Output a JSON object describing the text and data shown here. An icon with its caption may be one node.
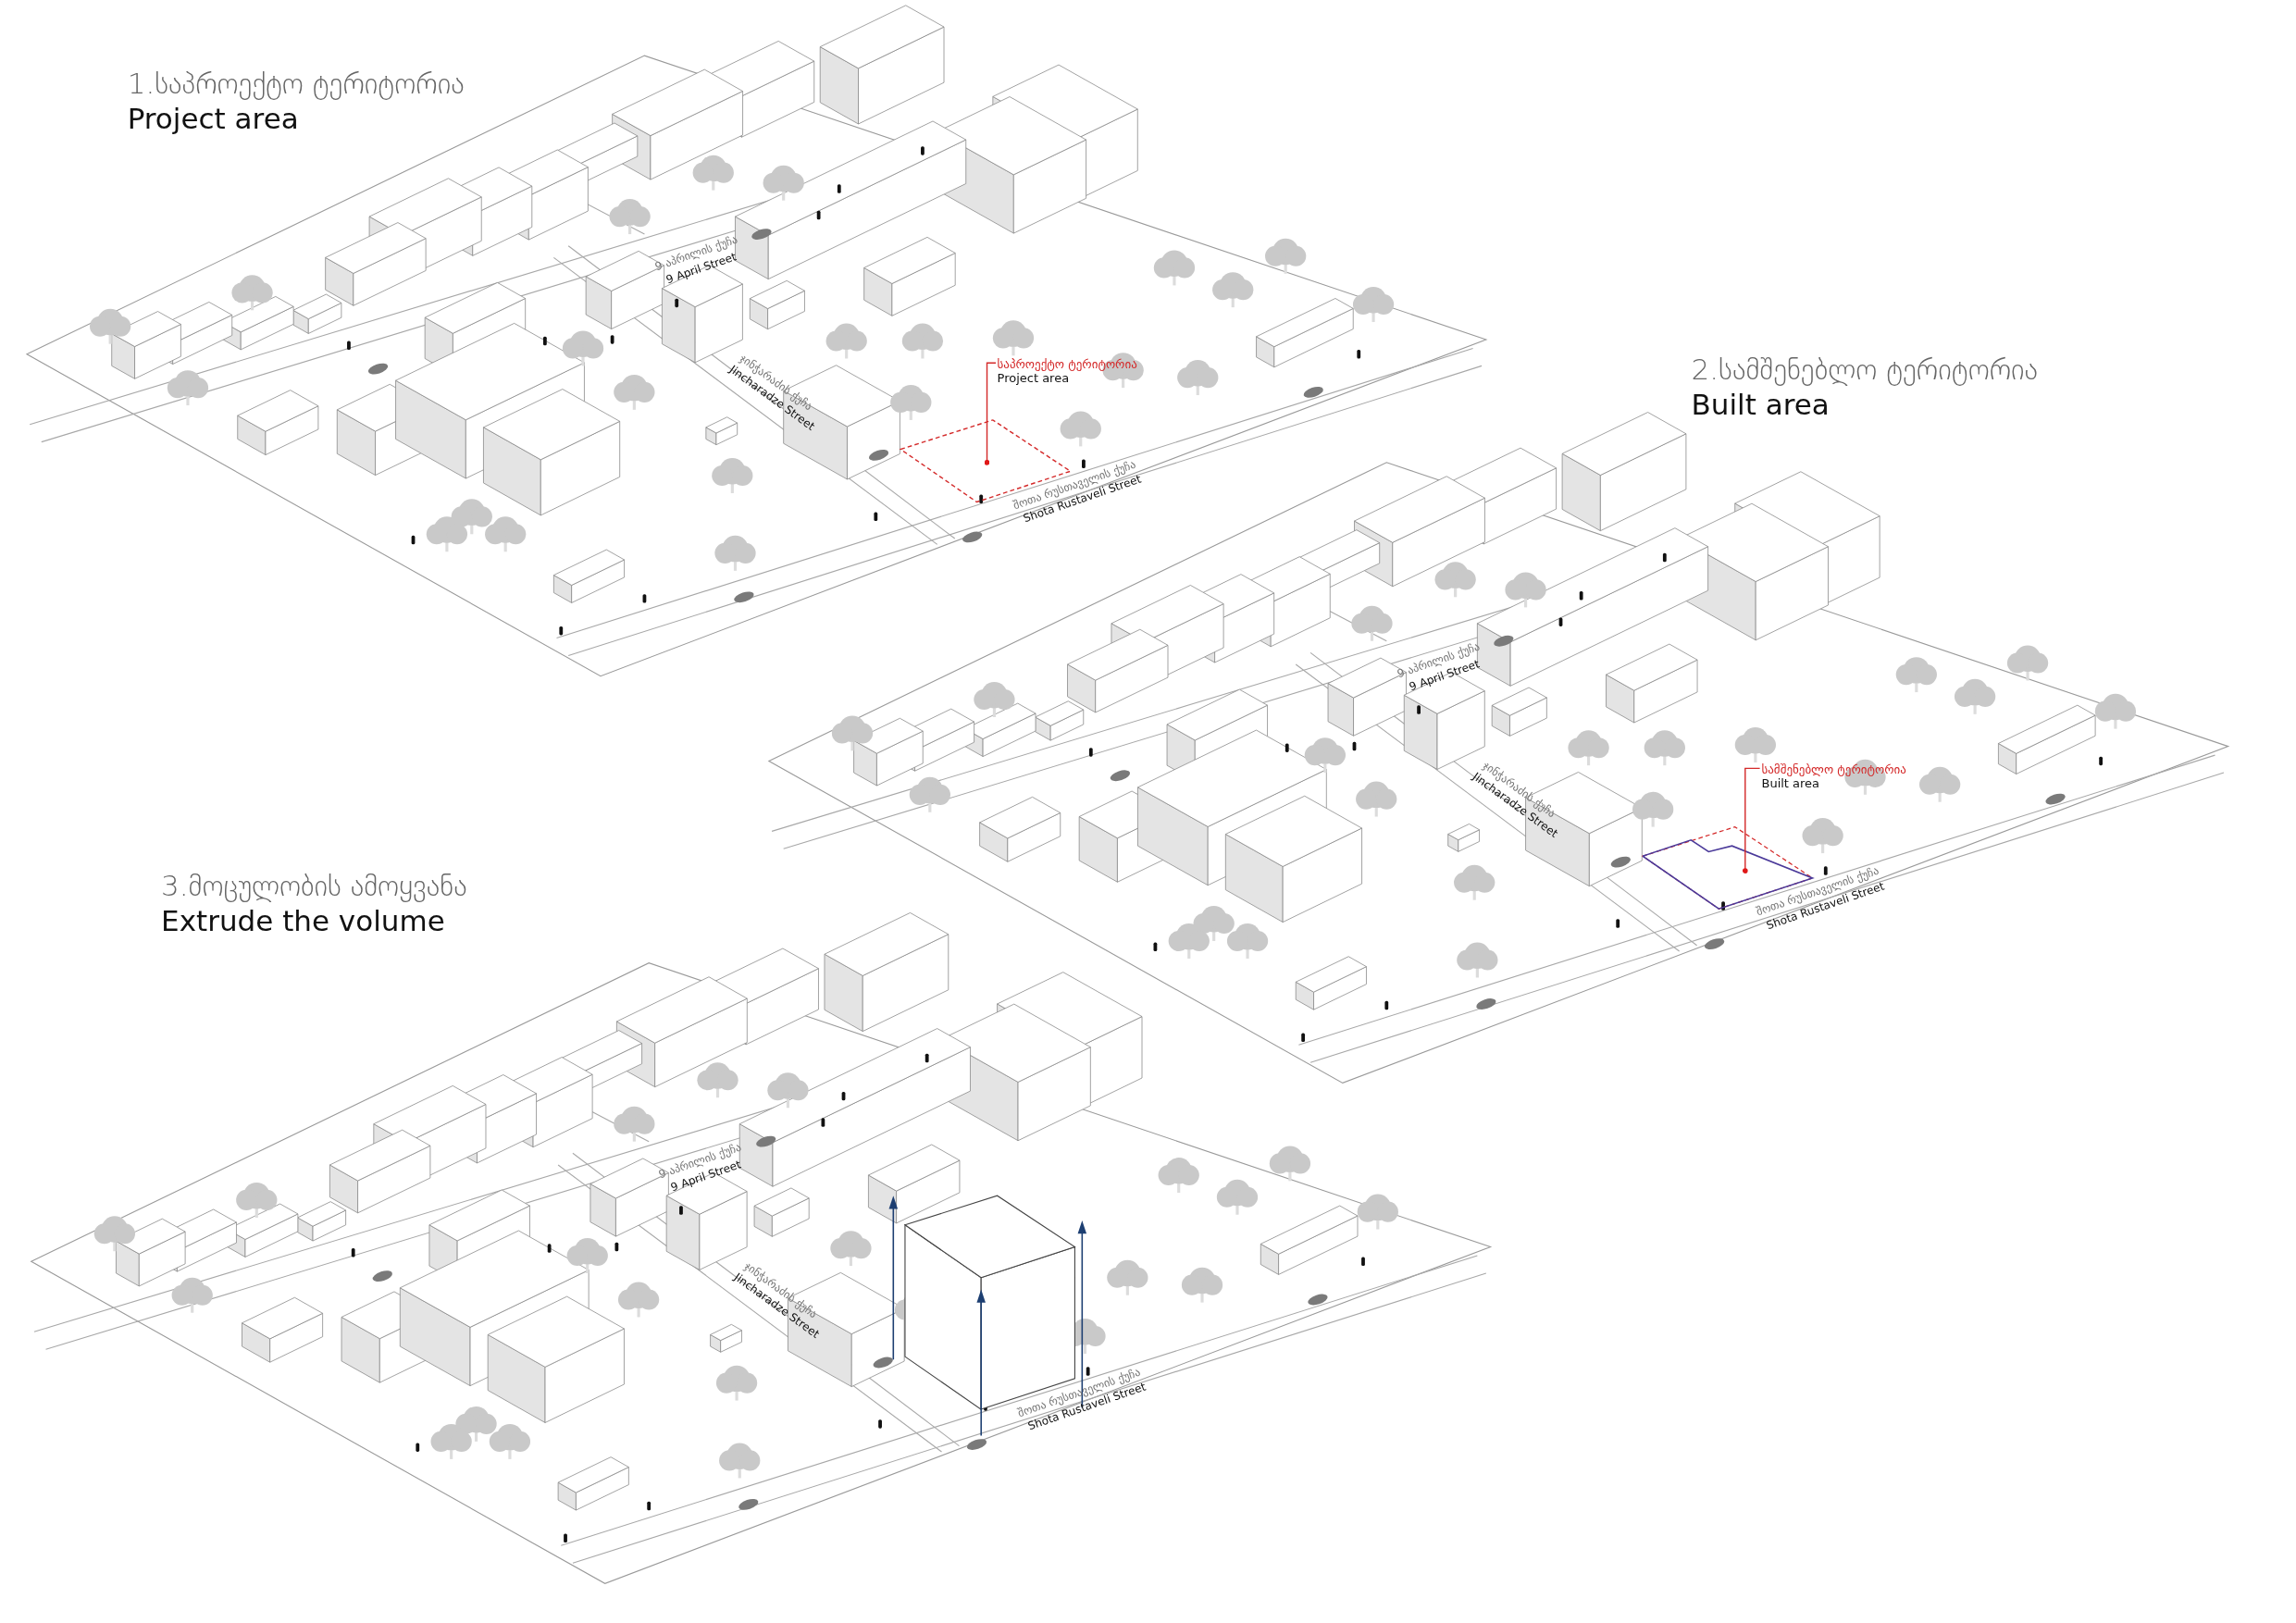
{
  "diagram": {
    "nodes": [
      {
        "text": [
          "საპროექტო ტერიტორია",
          "Project area"
        ]
      },
      {
        "text": [
          "სამშენებლო ტერიტორია",
          "Built area"
        ]
      },
      {
        "text": [],
        "shape": "box"
      },
      {
        "text": [],
        "shape": "box"
      }
    ],
    "edges": [
      {
        "from": 0,
        "to": 2,
        "arrow": "other"
      },
      {
        "from": 1,
        "to": 3,
        "arrow": "other"
      }
    ],
    "labels": [
      "1.საპროექტო ტერიტორია",
      "Project area",
      "9 აპრილის ქუჩა",
      "9 April Street",
      "ჯინჭარაძის ქუჩა",
      "Jincharadze Street",
      "შოთა რუსთაველის ქუჩა",
      "Shota Rustaveli Street",
      "2.სამშენებლო ტერიტორია",
      "Built area",
      "9 აპრილის ქუჩა",
      "9 April Street",
      "ჯინჭარაძის ქუჩა",
      "Jincharadze Street",
      "შოთა რუსთაველის ქუჩა",
      "Shota Rustaveli Street",
      "3.მოცულობის ამოყვანა",
      "Extrude the volume",
      "9 აპრილის ქუჩა",
      "9 April Street",
      "ჯინჭარაძის ქუჩა",
      "Jincharadze Street",
      "შოთა რუსთაველის ქუჩა",
      "Shota Rustaveli Street"
    ]
  }
}
